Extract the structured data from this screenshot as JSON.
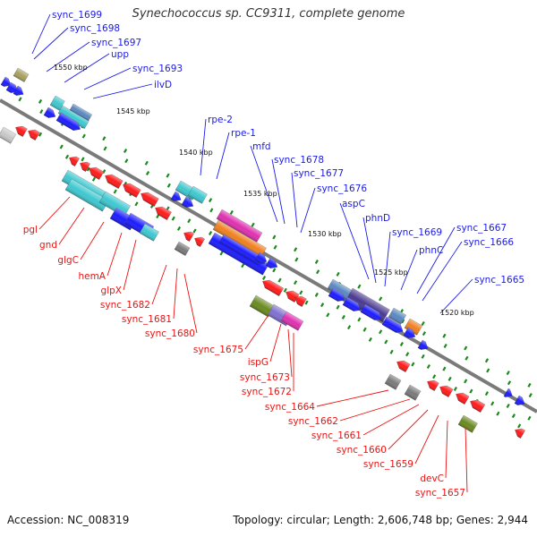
{
  "title": "Synechococcus sp. CC9311, complete genome",
  "footer": {
    "accession": "Accession: NC_008319",
    "summary": "Topology: circular; Length: 2,606,748 bp; Genes: 2,944"
  },
  "colors": {
    "forward_label": "#1a1aee",
    "reverse_label": "#ee1111",
    "backbone": "#7a7a7a",
    "tick": "#1a8a1a"
  },
  "scale_labels": [
    "1550 kbp",
    "1545 kbp",
    "1540 kbp",
    "1535 kbp",
    "1530 kbp",
    "1525 kbp",
    "1520 kbp"
  ],
  "forward_genes": [
    "sync_1699",
    "sync_1698",
    "sync_1697",
    "upp",
    "sync_1693",
    "ilvD",
    "rpe-2",
    "rpe-1",
    "mfd",
    "sync_1678",
    "sync_1677",
    "sync_1676",
    "aspC",
    "phnD",
    "sync_1669",
    "phnC",
    "sync_1667",
    "sync_1666",
    "sync_1665"
  ],
  "reverse_genes": [
    "pgl",
    "gnd",
    "glgC",
    "hemA",
    "glpX",
    "sync_1682",
    "sync_1681",
    "sync_1680",
    "sync_1675",
    "ispG",
    "sync_1673",
    "sync_1672",
    "sync_1664",
    "sync_1662",
    "sync_1661",
    "sync_1660",
    "sync_1659",
    "devC",
    "sync_1657"
  ]
}
